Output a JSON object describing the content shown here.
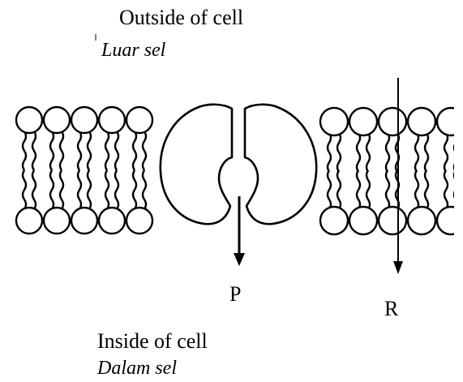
{
  "diagram": {
    "outside_label_en": "Outside of cell",
    "outside_label_my": "Luar sel",
    "inside_label_en": "Inside of cell",
    "inside_label_my": "Dalam sel",
    "arrow_p_label": "P",
    "arrow_r_label": "R"
  },
  "colors": {
    "line": "#000000",
    "fill": "#ffffff"
  }
}
